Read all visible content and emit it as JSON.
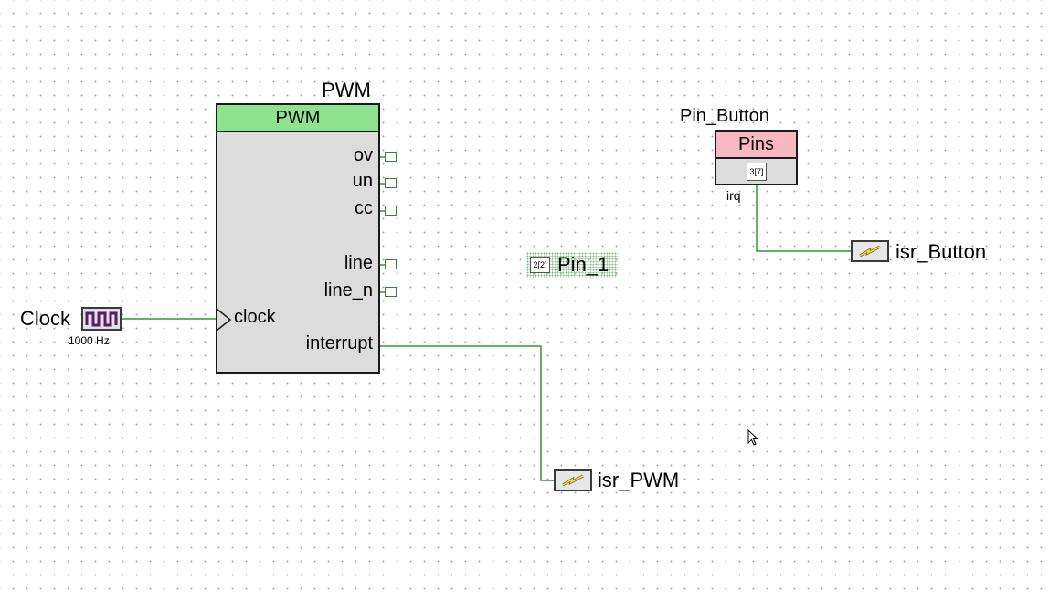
{
  "pwm": {
    "instance_name": "PWM",
    "header": "PWM",
    "ports_right": [
      "ov",
      "un",
      "cc",
      "line",
      "line_n",
      "interrupt"
    ],
    "port_left": "clock"
  },
  "clock": {
    "name": "Clock",
    "frequency": "1000 Hz",
    "icon": "square-wave-icon"
  },
  "pin_button": {
    "instance_name": "Pin_Button",
    "header": "Pins",
    "chip_label": "3[7]",
    "port": "irq"
  },
  "pin_1": {
    "name": "Pin_1",
    "chip_label": "2[2]"
  },
  "isr_button": {
    "name": "isr_Button",
    "icon": "lightning-icon"
  },
  "isr_pwm": {
    "name": "isr_PWM",
    "icon": "lightning-icon"
  },
  "colors": {
    "wire": "#2e9a2e",
    "pwm_header": "#8fe38f",
    "pins_header": "#f7b8c4",
    "body": "#dcdcdc",
    "clock_icon": "#5a1a6a"
  }
}
